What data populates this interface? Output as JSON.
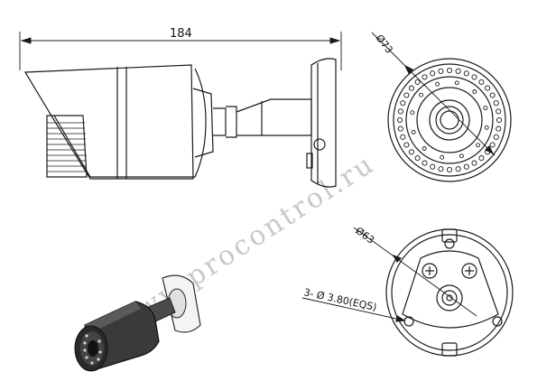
{
  "drawing": {
    "side_view": {
      "length_dim": "184"
    },
    "front_view": {
      "diameter_dim": "Ø73"
    },
    "bracket_view": {
      "diameter_dim": "Ø63",
      "screw_note": "3- Ø 3.80(EQS)"
    },
    "watermark": "www.procontrol.ru",
    "colors": {
      "line": "#1a1a1a",
      "watermark": "#c8c8c8",
      "camera_body": "#3a3a3a"
    }
  }
}
